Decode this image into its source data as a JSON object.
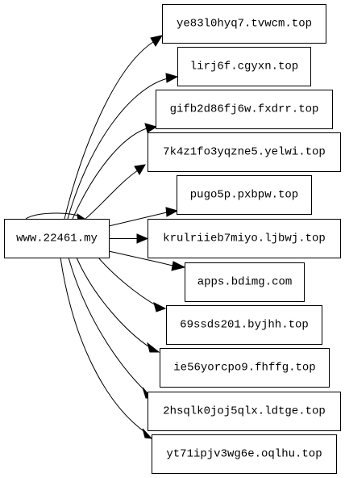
{
  "graph": {
    "source": {
      "id": "src",
      "label": "www.22461.my"
    },
    "targets": [
      {
        "id": "t0",
        "label": "ye83l0hyq7.tvwcm.top"
      },
      {
        "id": "t1",
        "label": "lirj6f.cgyxn.top"
      },
      {
        "id": "t2",
        "label": "gifb2d86fj6w.fxdrr.top"
      },
      {
        "id": "t3",
        "label": "7k4z1fo3yqzne5.yelwi.top"
      },
      {
        "id": "t4",
        "label": "pugo5p.pxbpw.top"
      },
      {
        "id": "t5",
        "label": "krulriieb7miyo.ljbwj.top"
      },
      {
        "id": "t6",
        "label": "apps.bdimg.com"
      },
      {
        "id": "t7",
        "label": "69ssds201.byjhh.top"
      },
      {
        "id": "t8",
        "label": "ie56yorcpo9.fhffg.top"
      },
      {
        "id": "t9",
        "label": "2hsqlk0joj5qlx.ldtge.top"
      },
      {
        "id": "t10",
        "label": "yt71ipjv3wg6e.oqlhu.top"
      }
    ],
    "edges": [
      {
        "from": "src",
        "to": "src"
      },
      {
        "from": "src",
        "to": "t0"
      },
      {
        "from": "src",
        "to": "t1"
      },
      {
        "from": "src",
        "to": "t2"
      },
      {
        "from": "src",
        "to": "t3"
      },
      {
        "from": "src",
        "to": "t4"
      },
      {
        "from": "src",
        "to": "t5"
      },
      {
        "from": "src",
        "to": "t6"
      },
      {
        "from": "src",
        "to": "t7"
      },
      {
        "from": "src",
        "to": "t8"
      },
      {
        "from": "src",
        "to": "t9"
      },
      {
        "from": "src",
        "to": "t10"
      }
    ]
  }
}
